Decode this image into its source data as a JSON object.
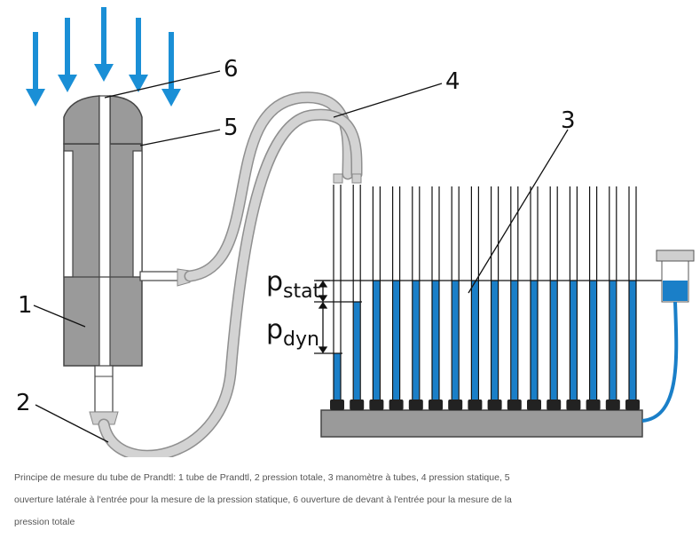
{
  "labels": {
    "n1": "1",
    "n2": "2",
    "n3": "3",
    "n4": "4",
    "n5": "5",
    "n6": "6"
  },
  "pressures": {
    "stat_p": "p",
    "stat_sub": "stat",
    "dyn_p": "p",
    "dyn_sub": "dyn"
  },
  "caption": "Principe de mesure du tube de Prandtl: 1 tube de Prandtl, 2 pression totale, 3 manomètre à tubes, 4 pression statique, 5 ouverture latérale à l'entrée pour la mesure de la pression statique, 6 ouverture de devant à l'entrée pour la mesure de la pression totale",
  "colors": {
    "flow_arrow": "#1a8fd6",
    "fluid": "#1a7fc8",
    "probe_body": "#9a9a9a",
    "hose": "#cfcfcf"
  },
  "icons": {
    "flow": "down-arrow-icon"
  }
}
